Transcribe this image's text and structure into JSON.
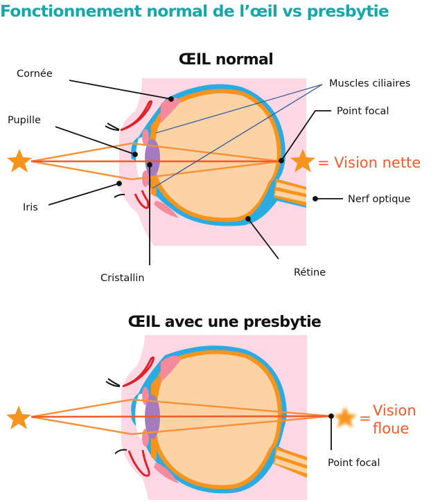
{
  "title": "Fonctionnement normal de l’œil vs presbytie",
  "colors": {
    "title": "#17a7a9",
    "skin": "#fcd8e4",
    "sclera": "#2aace2",
    "choroid": "#f7941d",
    "vitreous": "#fbd3a4",
    "lens": "#a47bbd",
    "iris": "#f48a9c",
    "eyelid": "#e2202a",
    "ray": "#f7923a",
    "ray_center": "#f05a28",
    "muscle_line": "#3c5a9a",
    "result": "#f15a29",
    "star": "#f7941d"
  },
  "normal_eye": {
    "heading": "ŒIL normal",
    "labels": {
      "cornea": "Cornée",
      "pupil": "Pupille",
      "iris": "Iris",
      "lens": "Cristallin",
      "ciliary_muscles": "Muscles ciliaires",
      "focal_point": "Point focal",
      "optic_nerve": "Nerf optique",
      "retina": "Rétine"
    },
    "result_text": "= Vision nette",
    "star_icon": "star-icon"
  },
  "presbyopia_eye": {
    "heading": "ŒIL avec une presbytie",
    "labels": {
      "focal_point": "Point focal"
    },
    "result_equals": "=",
    "result_line1": "Vision",
    "result_line2": "floue",
    "star_icon": "blurred-star-icon"
  }
}
